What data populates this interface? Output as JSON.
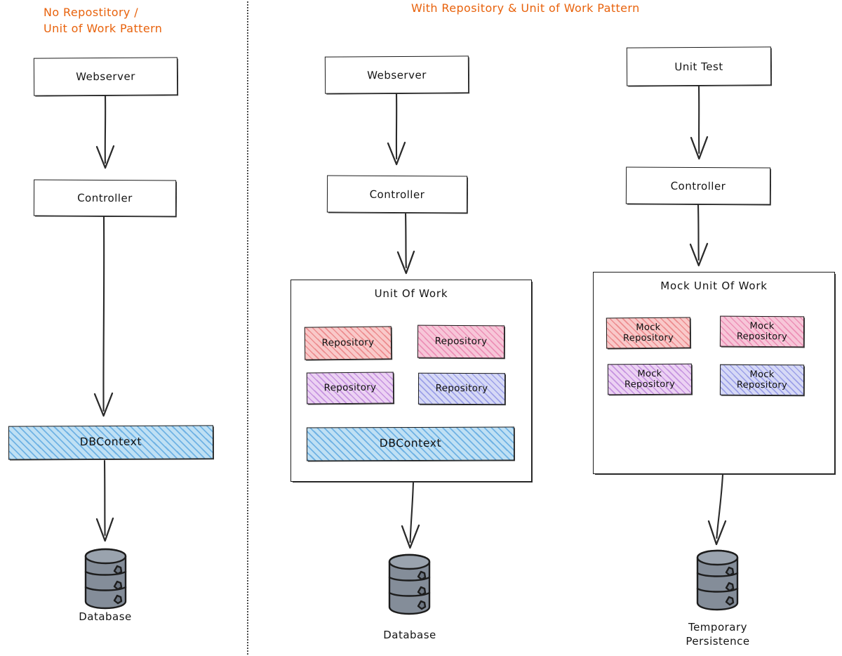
{
  "diagram": {
    "titles": {
      "left": "No Repostitory /\nUnit of Work Pattern",
      "right": "With Repository & Unit of Work Pattern"
    },
    "accent_color": "#E8620C",
    "divider": "vertical-dotted-separator"
  },
  "left_column": {
    "webserver": "Webserver",
    "controller": "Controller",
    "dbcontext": "DBContext",
    "database_label": "Database",
    "database_icon": "database-cylinder-icon",
    "arrows": [
      "webserver-to-controller",
      "controller-to-dbcontext",
      "dbcontext-to-database"
    ]
  },
  "middle_column": {
    "webserver": "Webserver",
    "controller": "Controller",
    "unit_of_work_title": "Unit Of Work",
    "repositories": [
      {
        "label": "Repository",
        "color": "#f9c9c9",
        "hatch": "red"
      },
      {
        "label": "Repository",
        "color": "#f7c6d8",
        "hatch": "pink"
      },
      {
        "label": "Repository",
        "color": "#ecd2f3",
        "hatch": "purple"
      },
      {
        "label": "Repository",
        "color": "#d6d9f6",
        "hatch": "violet"
      }
    ],
    "dbcontext": "DBContext",
    "dbcontext_color": "#bfe0f4",
    "database_label": "Database",
    "database_icon": "database-cylinder-icon",
    "arrows": [
      "webserver-to-controller",
      "controller-to-unit-of-work",
      "unit-of-work-to-database"
    ]
  },
  "right_column": {
    "unit_test": "Unit Test",
    "controller": "Controller",
    "mock_unit_of_work_title": "Mock Unit Of Work",
    "mock_repositories": [
      {
        "line1": "Mock",
        "line2": "Repository",
        "color": "#f9c9c9",
        "hatch": "red"
      },
      {
        "line1": "Mock",
        "line2": "Repository",
        "color": "#f7c6d8",
        "hatch": "pink"
      },
      {
        "line1": "Mock",
        "line2": "Repository",
        "color": "#ecd2f3",
        "hatch": "purple"
      },
      {
        "line1": "Mock",
        "line2": "Repository",
        "color": "#d6d9f6",
        "hatch": "violet"
      }
    ],
    "persistence_label": "Temporary\nPersistence",
    "persistence_icon": "database-cylinder-icon",
    "arrows": [
      "unit-test-to-controller",
      "controller-to-mock-unit-of-work",
      "mock-unit-of-work-to-temporary-persistence"
    ]
  }
}
